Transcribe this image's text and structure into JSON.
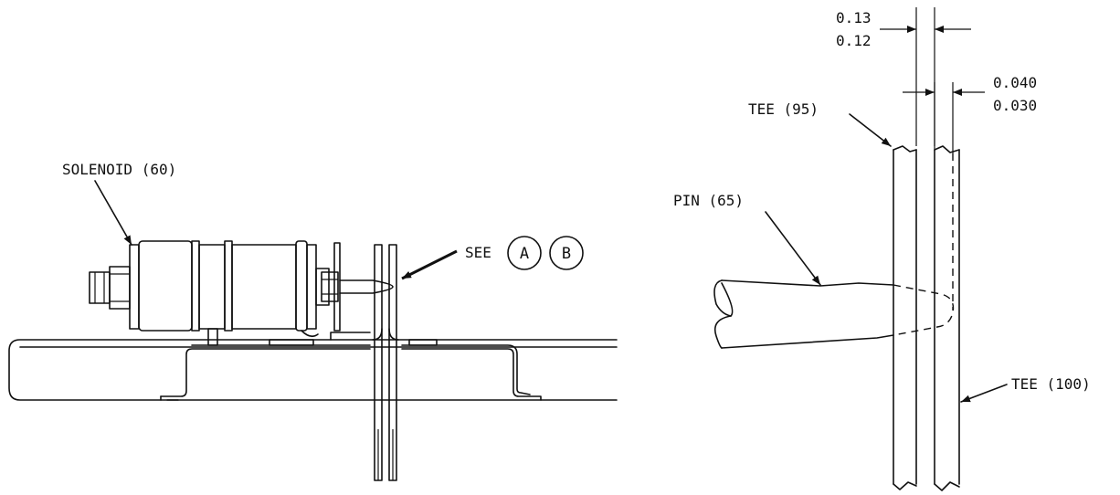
{
  "labels": {
    "solenoid": "SOLENOID (60)",
    "see": "SEE",
    "detail_a": "A",
    "detail_b": "B",
    "tee_95": "TEE (95)",
    "pin_65": "PIN (65)",
    "tee_100": "TEE (100)"
  },
  "dimensions": {
    "gap_upper_max": "0.13",
    "gap_upper_min": "0.12",
    "gap_lower_max": "0.040",
    "gap_lower_min": "0.030"
  }
}
